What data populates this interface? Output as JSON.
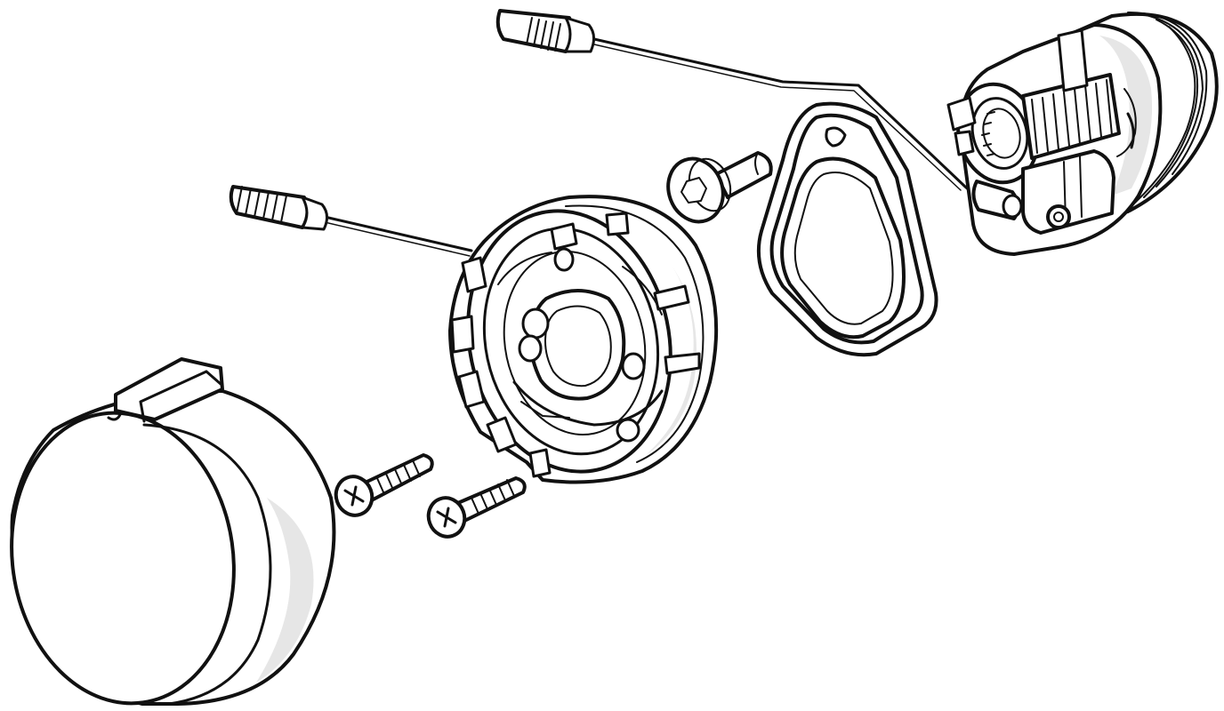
{
  "diagram": {
    "colors": {
      "ink": "#111111",
      "paper": "#ffffff",
      "shade": "#e6e6e6"
    },
    "parts": [
      {
        "id": "cap",
        "icon": "round-cover-cap-icon"
      },
      {
        "id": "screw-upper",
        "icon": "phillips-screw-icon"
      },
      {
        "id": "screw-lower",
        "icon": "phillips-screw-icon"
      },
      {
        "id": "retaining-ring",
        "icon": "clip-ring-icon"
      },
      {
        "id": "cable-left",
        "icon": "sensor-cable-icon"
      },
      {
        "id": "hex-bolt",
        "icon": "socket-head-bolt-icon"
      },
      {
        "id": "triangular-gasket",
        "icon": "gasket-icon"
      },
      {
        "id": "cable-top",
        "icon": "sensor-cable-icon"
      },
      {
        "id": "valve-cartridge",
        "icon": "cartridge-icon"
      }
    ]
  }
}
